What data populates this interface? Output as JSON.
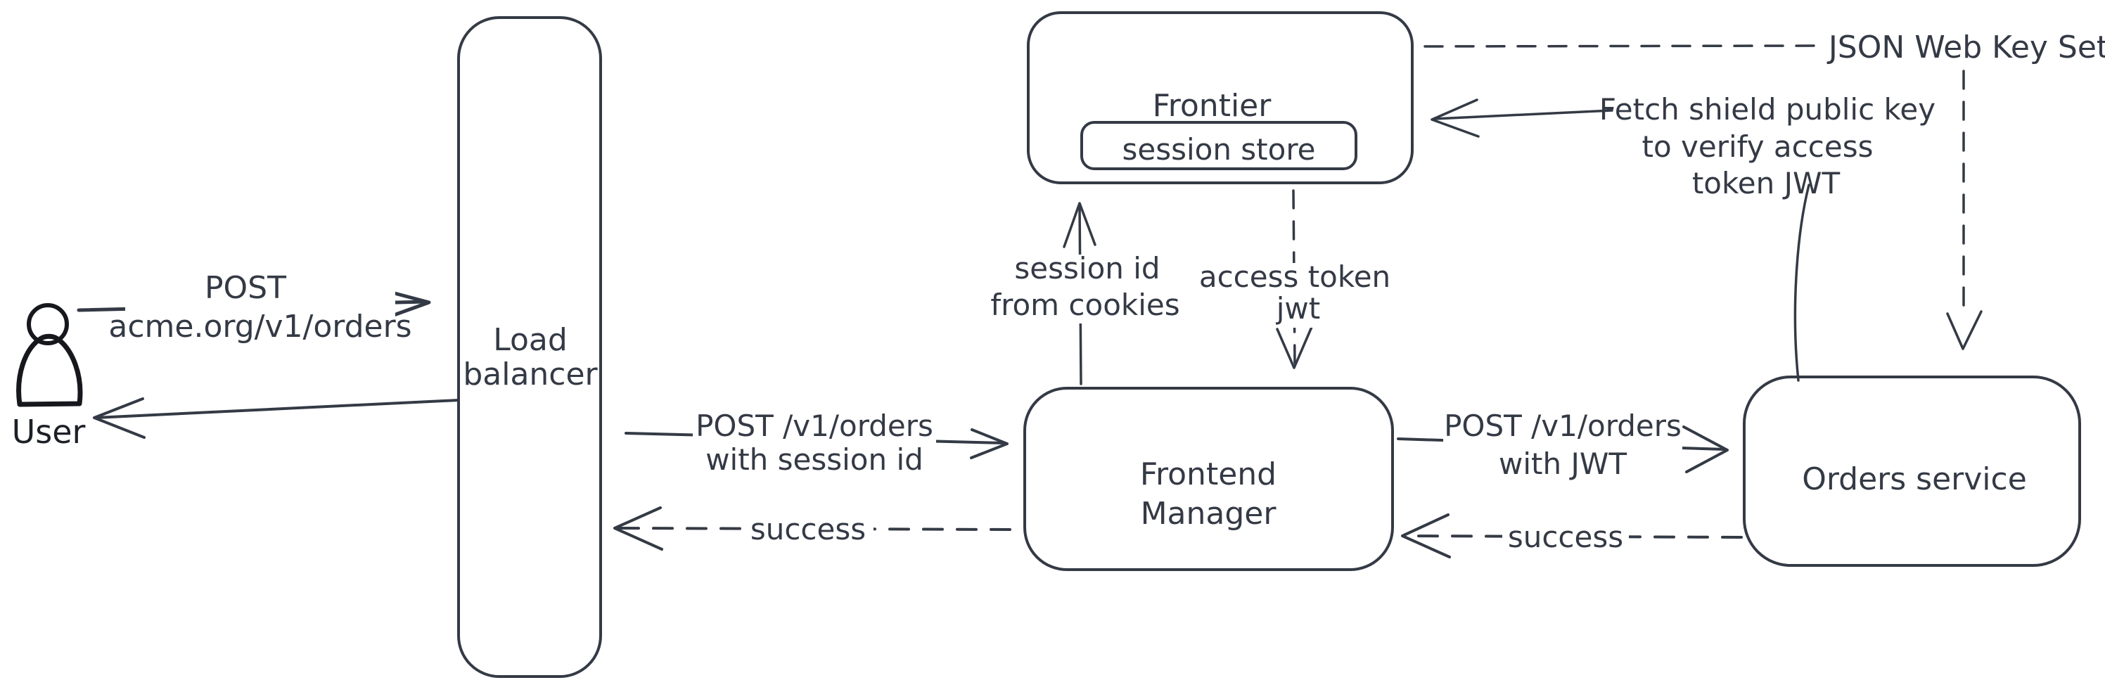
{
  "canvas": {
    "background": "#ffffff",
    "stroke_color": "#343a45",
    "user_stroke_color": "#16181d",
    "hatch_fill_color": "#ccd6e1"
  },
  "nodes": {
    "user": {
      "label": "User"
    },
    "load_balancer": {
      "lines": [
        "Load",
        "balancer"
      ]
    },
    "frontier": {
      "label": "Frontier"
    },
    "session_store": {
      "label": "session store"
    },
    "frontend_manager": {
      "lines": [
        "Frontend",
        "Manager"
      ]
    },
    "orders_service": {
      "label": "Orders service"
    }
  },
  "edges": {
    "user_to_load_balancer": {
      "style": "solid",
      "lines": [
        "POST",
        "acme.org/v1/orders"
      ]
    },
    "load_balancer_to_user": {
      "style": "solid",
      "label": ""
    },
    "load_balancer_to_frontend_manager": {
      "style": "solid",
      "lines": [
        "POST /v1/orders",
        "with session id"
      ]
    },
    "frontend_manager_to_load_balancer": {
      "style": "dashed",
      "label": "success"
    },
    "frontend_manager_to_frontier": {
      "style": "solid",
      "lines": [
        "session id",
        "from cookies"
      ]
    },
    "frontier_to_frontend_manager": {
      "style": "dashed",
      "lines": [
        "access token",
        "jwt"
      ]
    },
    "frontend_manager_to_orders_service": {
      "style": "solid",
      "lines": [
        "POST /v1/orders",
        "with JWT"
      ]
    },
    "orders_service_to_frontend_manager": {
      "style": "dashed",
      "label": "success"
    },
    "orders_service_to_frontier": {
      "style": "solid",
      "lines": [
        "Fetch shield public key",
        "to verify access",
        "token JWT"
      ]
    },
    "frontier_to_json_web_key_set": {
      "style": "dashed",
      "label": "JSON Web Key Set"
    }
  }
}
